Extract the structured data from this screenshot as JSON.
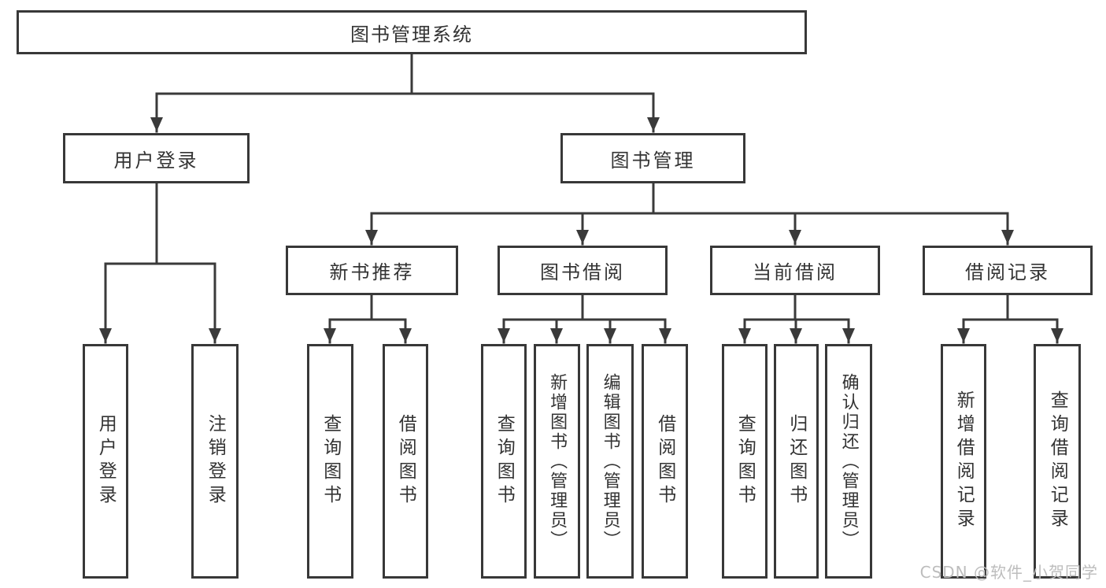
{
  "colors": {
    "background": "#ffffff",
    "line": "#3a3a3a",
    "box_border": "#383838",
    "text": "#333333",
    "watermark": "#bdbdbd"
  },
  "tree": {
    "label": "图书管理系统",
    "children": [
      {
        "label": "用户登录",
        "children": [
          {
            "label": "用户登录"
          },
          {
            "label": "注销登录"
          }
        ]
      },
      {
        "label": "图书管理",
        "children": [
          {
            "label": "新书推荐",
            "children": [
              {
                "label": "查询图书"
              },
              {
                "label": "借阅图书"
              }
            ]
          },
          {
            "label": "图书借阅",
            "children": [
              {
                "label": "查询图书"
              },
              {
                "label": "新增图书（管理员）"
              },
              {
                "label": "编辑图书（管理员）"
              },
              {
                "label": "借阅图书"
              }
            ]
          },
          {
            "label": "当前借阅",
            "children": [
              {
                "label": "查询图书"
              },
              {
                "label": "归还图书"
              },
              {
                "label": "确认归还（管理员）"
              }
            ]
          },
          {
            "label": "借阅记录",
            "children": [
              {
                "label": "新增借阅记录"
              },
              {
                "label": "查询借阅记录"
              }
            ]
          }
        ]
      }
    ]
  },
  "watermark": {
    "text": "CSDN @软件_小贺同学"
  }
}
